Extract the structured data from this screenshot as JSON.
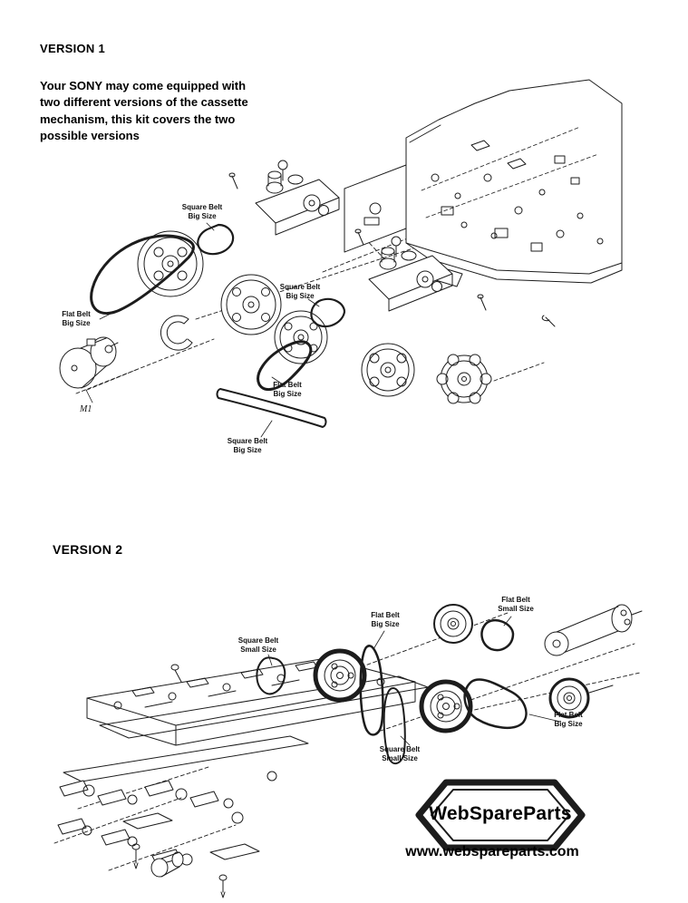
{
  "colors": {
    "ink": "#1c1c1c",
    "text": "#0a0a0a"
  },
  "version1": {
    "heading": "VERSION 1",
    "description": "Your SONY may come equipped with\ntwo different versions of the cassette\nmechanism, this kit covers the two\npossible versions",
    "motor_label": "M1",
    "labels": [
      {
        "text": "Square Belt\nBig Size"
      },
      {
        "text": "Flat Belt\nBig Size"
      },
      {
        "text": "Square Belt\nBig Size"
      },
      {
        "text": "Flat Belt\nBig Size"
      },
      {
        "text": "Square Belt\nBig Size"
      }
    ]
  },
  "version2": {
    "heading": "VERSION 2",
    "labels": [
      {
        "text": "Square Belt\nSmall Size"
      },
      {
        "text": "Flat Belt\nBig Size"
      },
      {
        "text": "Flat Belt\nSmall Size"
      },
      {
        "text": "Square Belt\nSmall Size"
      },
      {
        "text": "Flat Belt\nBig Size"
      }
    ]
  },
  "branding": {
    "logo_text": "WebSpareParts",
    "website": "www.webspareparts.com"
  }
}
